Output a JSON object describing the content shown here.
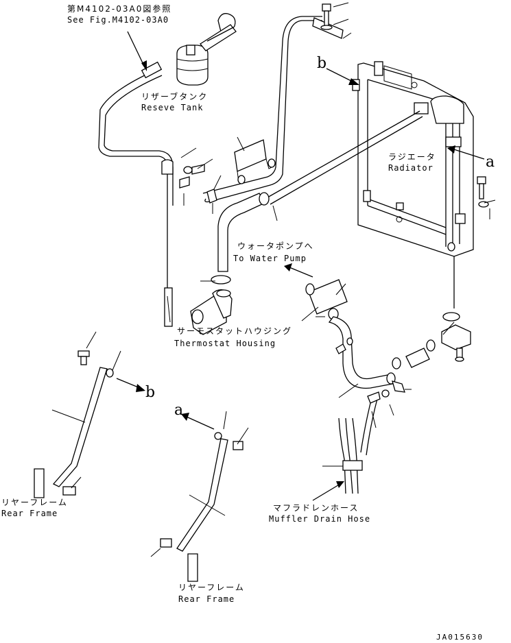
{
  "labels": {
    "ref_jp": "第M4102-03A0図参照",
    "ref_en": "See Fig.M4102-03A0",
    "tank_jp": "リザーブタンク",
    "tank_en": "Reseve Tank",
    "radiator_jp": "ラジエータ",
    "radiator_en": "Radiator",
    "pump_jp": "ウォータポンプへ",
    "pump_en": "To Water Pump",
    "thermo_jp": "サーモスタットハウジング",
    "thermo_en": "Thermostat Housing",
    "rear1_jp": "リヤーフレーム",
    "rear1_en": "Rear Frame",
    "rear2_jp": "リヤーフレーム",
    "rear2_en": "Rear Frame",
    "muffler_jp": "マフラドレンホース",
    "muffler_en": "Muffler Drain Hose",
    "letter_b_top": "b",
    "letter_a_right": "a",
    "letter_b_stay": "b",
    "letter_a_stay": "a",
    "drawing_no": "JA015630"
  }
}
